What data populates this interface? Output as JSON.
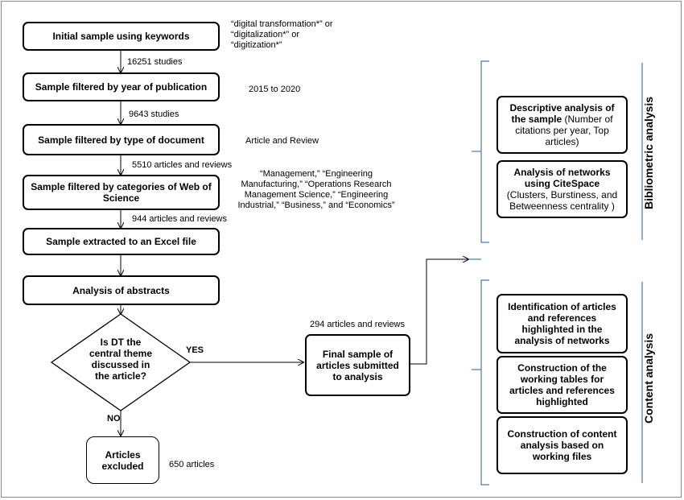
{
  "steps": {
    "initial_sample": "Initial sample using keywords",
    "filter_year": "Sample filtered by year of publication",
    "filter_document": "Sample filtered by type of document",
    "filter_categories": "Sample filtered by categories of Web of Science",
    "extracted": "Sample extracted to an Excel file",
    "abstracts": "Analysis of abstracts",
    "decision": "Is DT the central theme discussed in the article?",
    "final_sample": "Final sample of articles submitted to analysis",
    "excluded": "Articles excluded"
  },
  "criteria": {
    "keywords": [
      "“digital transformation*” or",
      "“digitalization*” or",
      "“digitization*”"
    ],
    "years": "2015 to 2020",
    "document_types": "Article and Review",
    "categories": [
      "“Management,” “Engineering",
      "Manufacturing,” “Operations Research",
      "Management Science,” “Engineering",
      "Industrial,” “Business,” and “Economics”"
    ]
  },
  "counts": {
    "after_keywords": "16251 studies",
    "after_year": "9643 studies",
    "after_document": "5510 articles and reviews",
    "after_categories": "944 articles and reviews",
    "final": "294 articles and  reviews",
    "excluded": "650 articles"
  },
  "branch_labels": {
    "yes": "YES",
    "no": "NO"
  },
  "bibliometric": {
    "title": "Bibliometric analysis",
    "descriptive": {
      "bold": "Descriptive analysis of the sample",
      "detail": " (Number of citations per year, Top articles)"
    },
    "networks": {
      "bold": "Analysis  of networks using CiteSpace",
      "detail": "(Clusters, Burstiness, and Betweenness centrality )"
    }
  },
  "content": {
    "title": "Content analysis",
    "identification": "Identification of articles and references highlighted in the analysis of networks",
    "tables": "Construction  of the working tables for articles and references highlighted",
    "construction": "Construction  of content analysis based on working files"
  }
}
